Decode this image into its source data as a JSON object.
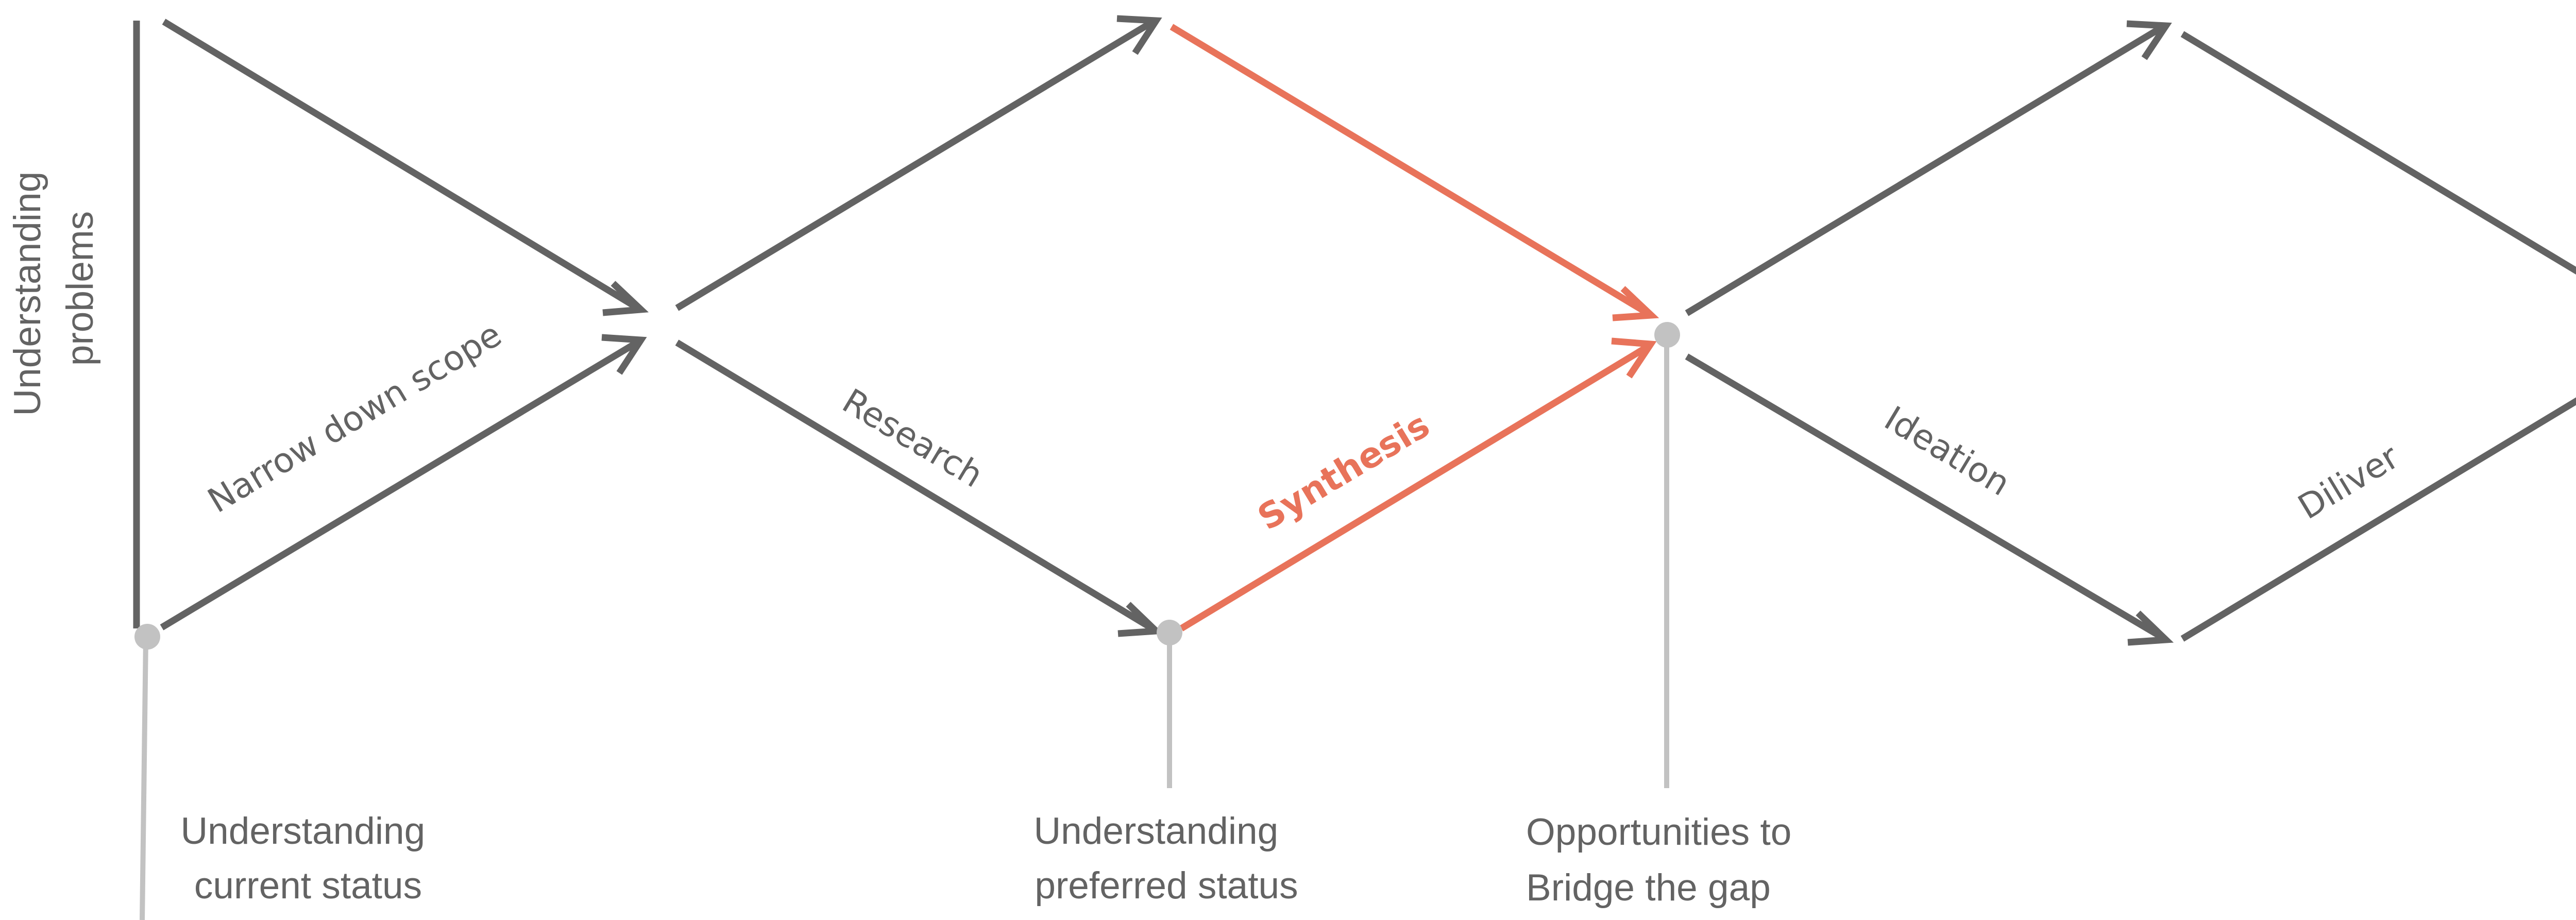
{
  "colors": {
    "line": "#636363",
    "highlight": "#e8735a",
    "marker": "#c2c2c2",
    "text": "#636363"
  },
  "axis_label": {
    "line1": "Understanding",
    "line2": "problems"
  },
  "phases": {
    "narrow_down_scope": "Narrow down scope",
    "research": "Research",
    "synthesis": "Synthesis",
    "ideation": "Ideation",
    "deliver": "Diliver"
  },
  "milestones": {
    "current_status": {
      "line1": "Understanding",
      "line2": "current status"
    },
    "preferred_status": {
      "line1": "Understanding",
      "line2": "preferred status"
    },
    "opportunities": {
      "line1": "Opportunities to",
      "line2": "Bridge the gap"
    }
  }
}
